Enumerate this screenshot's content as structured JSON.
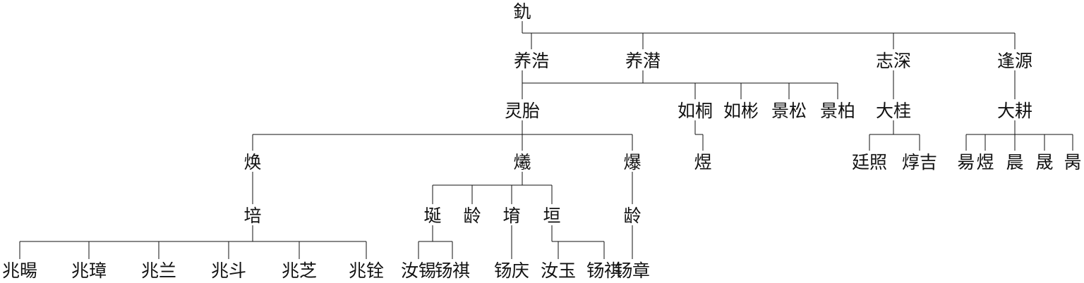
{
  "tree": {
    "root": {
      "name": "釚",
      "children": [
        {
          "name": "养浩",
          "children": [
            {
              "name": "灵胎",
              "children": [
                {
                  "name": "焕",
                  "children": [
                    {
                      "name": "培",
                      "children": [
                        {
                          "name": "兆暘"
                        },
                        {
                          "name": "兆璋"
                        },
                        {
                          "name": "兆兰"
                        },
                        {
                          "name": "兆斗"
                        },
                        {
                          "name": "兆芝"
                        },
                        {
                          "name": "兆铨"
                        }
                      ]
                    }
                  ]
                },
                {
                  "name": "爔",
                  "children": [
                    {
                      "name": "埏",
                      "children": [
                        {
                          "name": "汝锡"
                        },
                        {
                          "name": "钖祺"
                        }
                      ]
                    },
                    {
                      "name": "龄"
                    },
                    {
                      "name": "堉",
                      "children": [
                        {
                          "name": "钖庆"
                        }
                      ]
                    },
                    {
                      "name": "垣",
                      "children": [
                        {
                          "name": "汝玉"
                        },
                        {
                          "name": "钖祺"
                        }
                      ]
                    }
                  ]
                },
                {
                  "name": "爆",
                  "children": [
                    {
                      "name": "龄",
                      "children": [
                        {
                          "name": "钖章"
                        }
                      ]
                    }
                  ]
                }
              ]
            }
          ]
        },
        {
          "name": "养潜",
          "children": [
            {
              "name": "如桐",
              "children": [
                {
                  "name": "煜"
                }
              ]
            },
            {
              "name": "如彬"
            },
            {
              "name": "景松"
            },
            {
              "name": "景柏"
            }
          ]
        },
        {
          "name": "志深",
          "children": [
            {
              "name": "大桂",
              "children": [
                {
                  "name": "廷照"
                },
                {
                  "name": "焞吉"
                }
              ]
            }
          ]
        },
        {
          "name": "逢源",
          "children": [
            {
              "name": "大耕",
              "children": [
                {
                  "name": "昜"
                },
                {
                  "name": "煜"
                },
                {
                  "name": "晨"
                },
                {
                  "name": "晟"
                },
                {
                  "name": "昺"
                }
              ]
            }
          ]
        }
      ]
    }
  }
}
